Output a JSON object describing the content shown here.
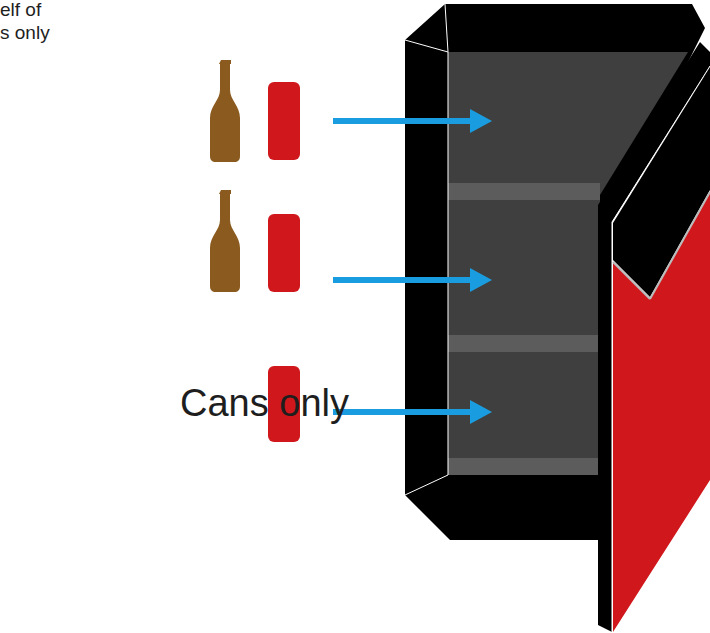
{
  "diagram": {
    "labels": [
      "elf of",
      "s only",
      "Cans only"
    ]
  }
}
